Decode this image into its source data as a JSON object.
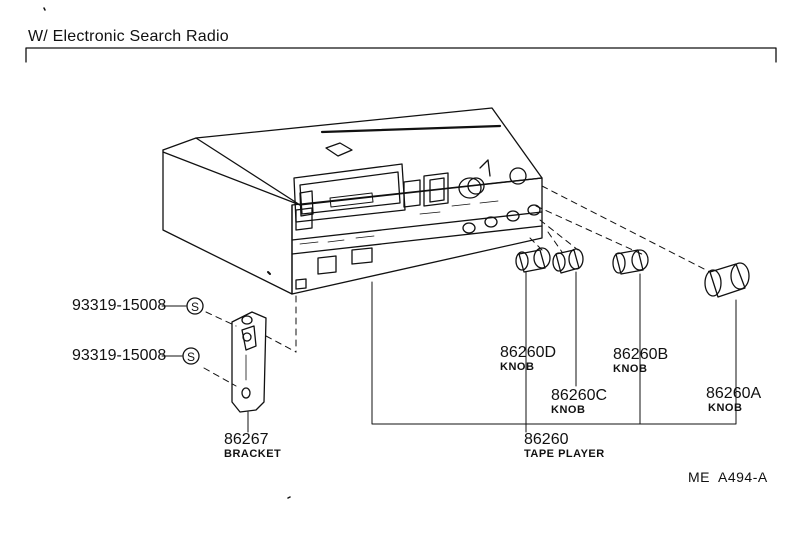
{
  "header": {
    "title": "W/ Electronic Search Radio"
  },
  "reference_code": "ME  A494-A",
  "screws": [
    {
      "part_number": "93319-15008",
      "symbol": "S"
    },
    {
      "part_number": "93319-15008",
      "symbol": "S"
    }
  ],
  "parts": {
    "bracket": {
      "part_number": "86267",
      "name": "BRACKET"
    },
    "tape_player": {
      "part_number": "86260",
      "name": "TAPE PLAYER"
    },
    "knob_a": {
      "part_number": "86260A",
      "name": "KNOB"
    },
    "knob_b": {
      "part_number": "86260B",
      "name": "KNOB"
    },
    "knob_c": {
      "part_number": "86260C",
      "name": "KNOB"
    },
    "knob_d": {
      "part_number": "86260D",
      "name": "KNOB"
    }
  },
  "colors": {
    "ink": "#111111",
    "background": "#ffffff"
  }
}
